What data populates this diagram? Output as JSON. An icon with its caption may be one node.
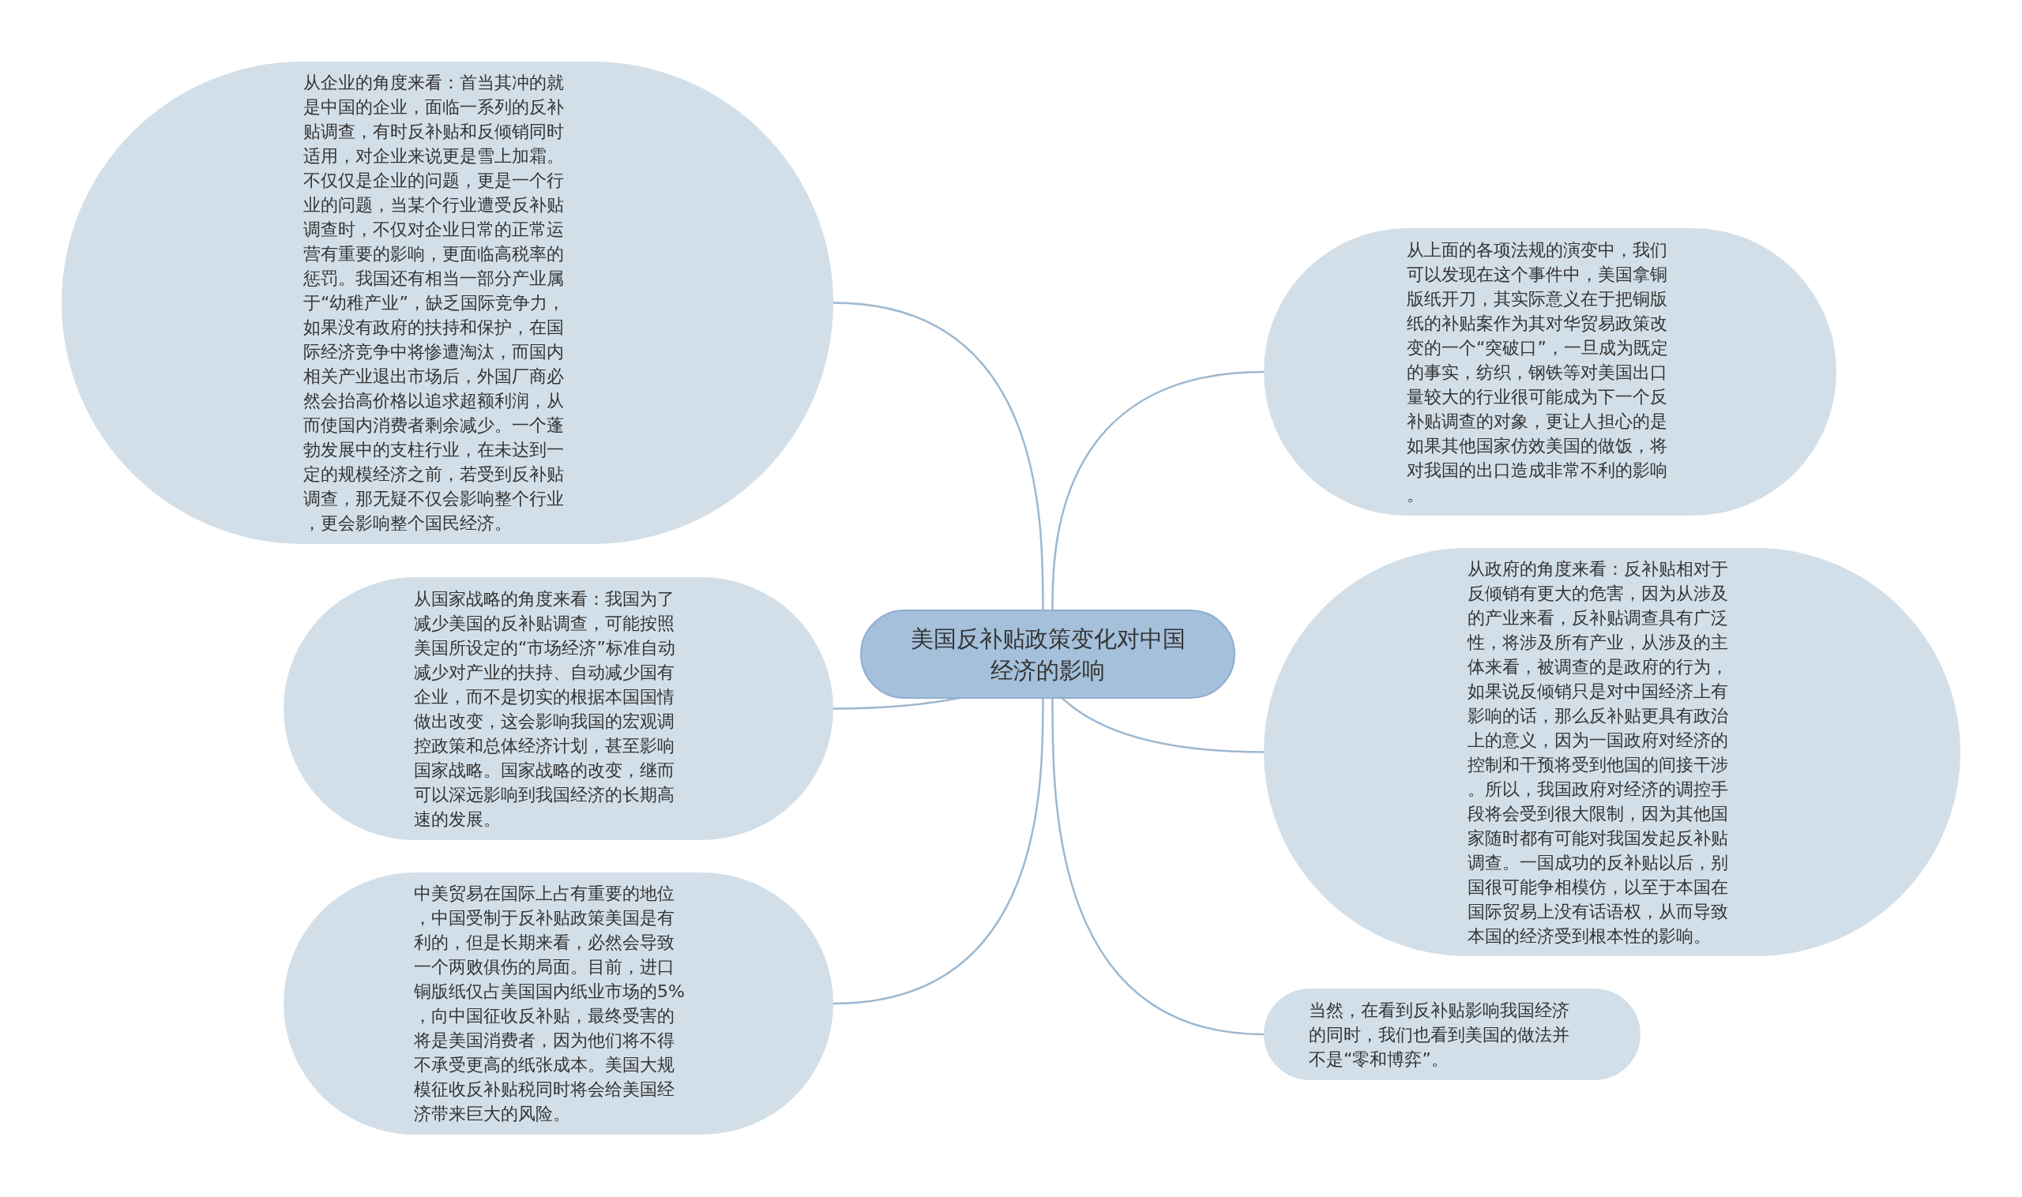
{
  "diagram": {
    "nodes": [
      {
        "text": [
          "美国反补贴政策变化对中国经济的影响"
        ]
      },
      {
        "text": [
          "从企业的角度来看：首当其冲的就是中国的企业，面临一系列的反补贴调查，有时反补贴和反倾销同时适用，对企业来说更是雪上加霜。不仅仅是企业的问题，更是一个行业的问题，当某个行业遭受反补贴调查时，不仅对企业日常的正常运营有重要的影响，更面临高税率的惩罚。我国还有相当一部分产业属于“幼稚产业”，缺乏国际竞争力，如果没有政府的扶持和保护，在国际经济竞争中将惨遭淘汰，而国内相关产业退出市场后，外国厂商必然会抬高价格以追求超额利润，从而使国内消费者剩余减少。一个蓬勃发展中的支柱行业，在未达到一定的规模经济之前，若受到反补贴调查，那无疑不仅会影响整个行业，更会影响整个国民经济。"
        ]
      },
      {
        "text": [
          "从国家战略的角度来看：我国为了减少美国的反补贴调查，可能按照美国所设定的“市场经济”标准自动减少对产业的扶持、自动减少国有企业，而不是切实的根据本国国情做出改变，这会影响我国的宏观调控政策和总体经济计划，甚至影响国家战略。国家战略的改变，继而可以深远影响到我国经济的长期高速的发展。"
        ]
      },
      {
        "text": [
          "中美贸易在国际上占有重要的地位，中国受制于反补贴政策美国是有利的，但是长期来看，必然会导致一个两败俱伤的局面。目前，进口铜版纸仅占美国国内纸业市场的5%，向中国征收反补贴，最终受害的将是美国消费者，因为他们将不得不承受更高的纸张成本。美国大规模征收反补贴税同时将会给美国经济带来巨大的风险。"
        ]
      },
      {
        "text": [
          "从上面的各项法规的演变中，我们可以发现在这个事件中，美国拿铜版纸开刀，其实际意义在于把铜版纸的补贴案作为其对华贸易政策改变的一个“突破口”，一旦成为既定的事实，纺织，钢铁等对美国出口量较大的行业很可能成为下一个反补贴调查的对象，更让人担心的是如果其他国家仿效美国的做饭，将对我国的出口造成非常不利的影响。"
        ]
      },
      {
        "text": [
          "从政府的角度来看：反补贴相对于反倾销有更大的危害，因为从涉及的产业来看，反补贴调查具有广泛性，将涉及所有产业，从涉及的主体来看，被调查的是政府的行为，如果说反倾销只是对中国经济上有影响的话，那么反补贴更具有政治上的意义，因为一国政府对经济的控制和干预将受到他国的间接干涉。所以，我国政府对经济的调控手段将会受到很大限制，因为其他国家随时都有可能对我国发起反补贴调查。一国成功的反补贴以后，别国很可能争相模仿，以至于本国在国际贸易上没有话语权，从而导致本国的经济受到根本性的影响。"
        ]
      },
      {
        "text": [
          "当然，在看到反补贴影响我国经济的同时，我们也看到美国的做法并不是“零和博弈”。"
        ]
      }
    ],
    "edges": [
      {
        "from": 0,
        "to": 1,
        "arrow": "none"
      },
      {
        "from": 0,
        "to": 2,
        "arrow": "none"
      },
      {
        "from": 0,
        "to": 3,
        "arrow": "none"
      },
      {
        "from": 0,
        "to": 4,
        "arrow": "none"
      },
      {
        "from": 0,
        "to": 5,
        "arrow": "none"
      },
      {
        "from": 0,
        "to": 6,
        "arrow": "none"
      }
    ]
  }
}
